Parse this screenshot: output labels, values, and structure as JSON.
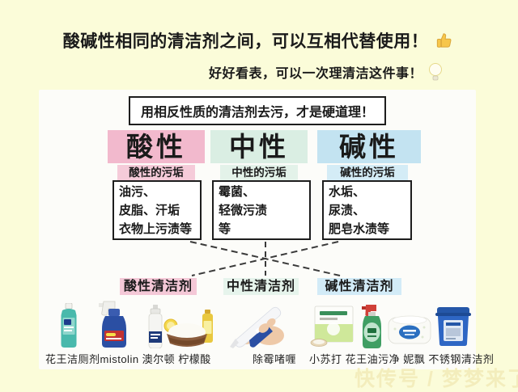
{
  "header": {
    "title": "酸碱性相同的清洁剂之间，可以互相代替使用！",
    "subtitle": "好好看表，可以一次理清洁这件事！"
  },
  "panel": {
    "headline": "用相反性质的清洁剂去污，才是硬道理！",
    "columns": [
      {
        "key": "acid",
        "header": "酸性",
        "dirt_label": "酸性的污垢",
        "dirt_items": "油污、\n皮脂、汗垢\n衣物上污渍等",
        "cleaner_label": "酸性清洁剂",
        "accent": "#f2b9cd",
        "accent_light": "#f4c8d7"
      },
      {
        "key": "neutral",
        "header": "中性",
        "dirt_label": "中性的污垢",
        "dirt_items": "霉菌、\n轻微污渍\n等",
        "cleaner_label": "中性清洁剂",
        "accent": "#daeee3",
        "accent_light": "#e6f4ec"
      },
      {
        "key": "alkaline",
        "header": "碱性",
        "dirt_label": "碱性的污垢",
        "dirt_items": "水垢、\n尿渍、\n肥皂水渍等",
        "cleaner_label": "碱性清洁剂",
        "accent": "#c3e3f1",
        "accent_light": "#d2ebf7"
      }
    ],
    "products": {
      "captions": {
        "acid": "花王洁厕剂mistolin 澳尔顿 柠檬酸",
        "neutral": "除霉啫喱",
        "alkaline": "小苏打 花王油污净 妮飘 不锈钢清洁剂"
      },
      "icons": [
        "kao-toilet-cleaner-bottle-icon",
        "mistolin-spray-bottle-icon",
        "aoerdun-spray-bottle-icon",
        "citric-acid-bowl-icon",
        "mold-remover-gel-hand-icon",
        "baking-soda-box-icon",
        "kao-oil-cleaner-spray-icon",
        "nepia-wipes-pack-icon",
        "stainless-steel-cleaner-tub-icon"
      ]
    }
  },
  "watermark": "快传号 / 梦梦来了",
  "icons": {
    "title_icon": "thumbs-up-icon",
    "subtitle_icon": "lightbulb-icon"
  },
  "colors": {
    "background": "#fbfcd9",
    "panel": "#fcfcf9",
    "acid": "#f2b9cd",
    "neutral": "#daeee3",
    "alkaline": "#c3e3f1",
    "text": "#1a1a1a",
    "dashed_line": "#3a3a3a",
    "watermark": "#f3edbc"
  }
}
